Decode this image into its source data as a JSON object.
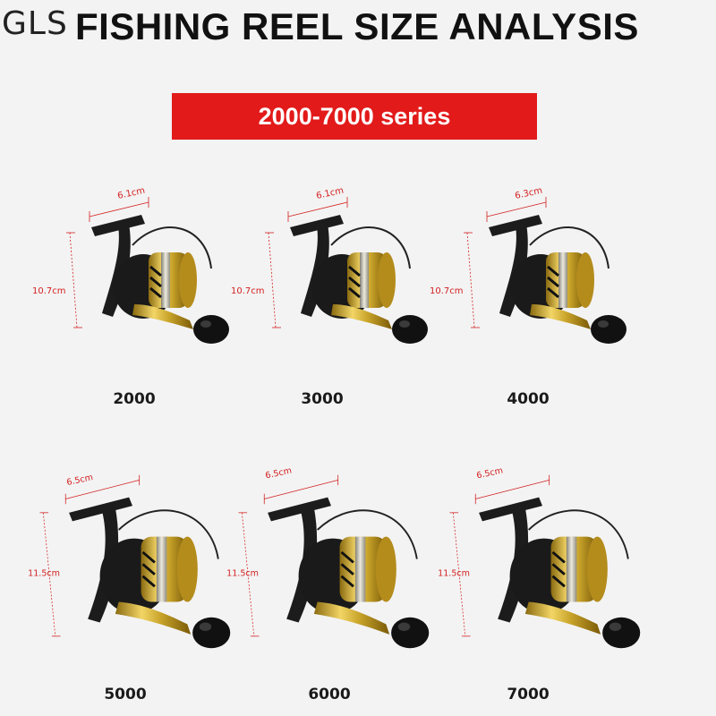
{
  "brand": "GLS",
  "title": "FISHING REEL SIZE ANALYSIS",
  "banner": "2000-7000 series",
  "colors": {
    "banner_bg": "#e21a1a",
    "dimension_line": "#d32020",
    "reel_body": "#1c1c1c",
    "reel_gold": "#c9a42a"
  },
  "reels": [
    {
      "model": "2000",
      "width_label": "6.1cm",
      "height_label": "10.7cm"
    },
    {
      "model": "3000",
      "width_label": "6.1cm",
      "height_label": "10.7cm"
    },
    {
      "model": "4000",
      "width_label": "6.3cm",
      "height_label": "10.7cm"
    },
    {
      "model": "5000",
      "width_label": "6.5cm",
      "height_label": "11.5cm"
    },
    {
      "model": "6000",
      "width_label": "6.5cm",
      "height_label": "11.5cm"
    },
    {
      "model": "7000",
      "width_label": "6.5cm",
      "height_label": "11.5cm"
    }
  ]
}
